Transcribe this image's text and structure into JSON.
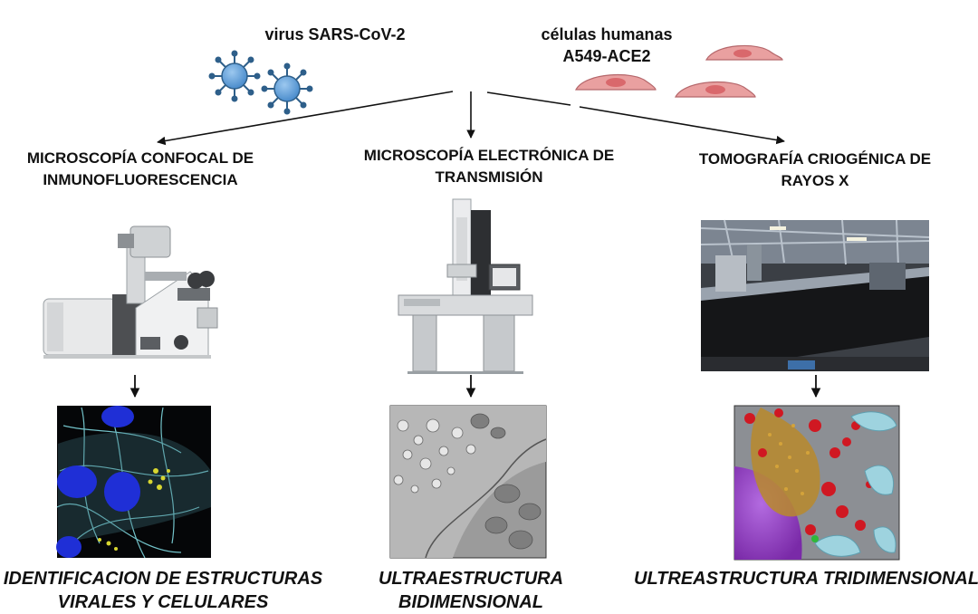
{
  "source": {
    "virus_label": "virus SARS-CoV-2",
    "cells_label": "células humanas\nA549-ACE2"
  },
  "methods": [
    {
      "title": "MICROSCOPÍA CONFOCAL DE\nINMUNOFLUORESCENCIA",
      "result": "IDENTIFICACION DE ESTRUCTURAS\nVIRALES Y CELULARES"
    },
    {
      "title": "MICROSCOPÍA ELECTRÓNICA DE\nTRANSMISIÓN",
      "result": "ULTRAESTRUCTURA\nBIDIMENSIONAL"
    },
    {
      "title": "TOMOGRAFÍA CRIOGÉNICA DE\nRAYOS X",
      "result": "ULTREASTRUCTURA TRIDIMENSIONAL"
    }
  ],
  "colors": {
    "virus": "#5b9bd5",
    "virus_outline": "#2e5f8a",
    "cell": "#e9a0a0",
    "cell_nucleus": "#d9686c",
    "nucleus_blue": "#1f2fd6",
    "cytoskeleton": "#7fd8e0"
  }
}
